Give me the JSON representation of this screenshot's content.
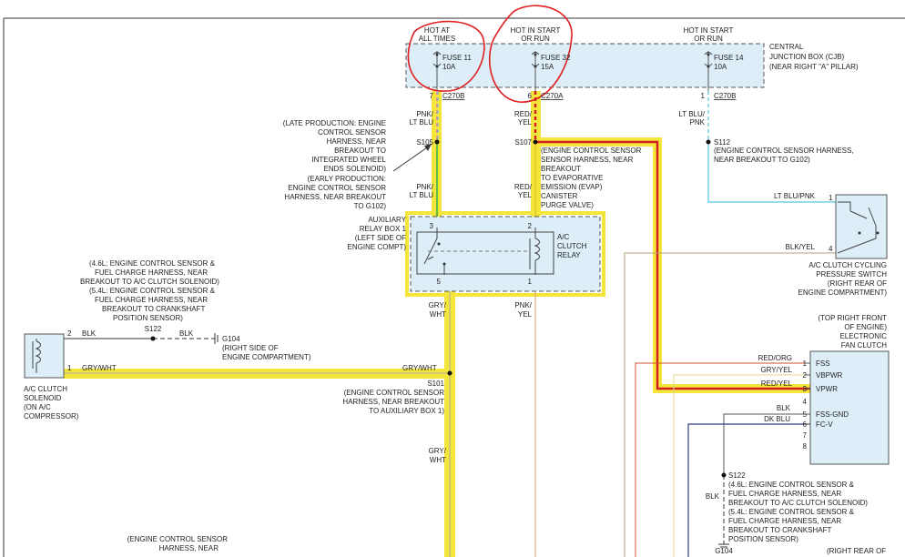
{
  "top": {
    "hot_at_1": "HOT AT",
    "hot_at_2": "ALL TIMES",
    "hot_start_a1": "HOT IN START",
    "hot_start_a2": "OR RUN",
    "hot_start_b1": "HOT IN START",
    "hot_start_b2": "OR RUN"
  },
  "cjb": {
    "line1": "CENTRAL",
    "line2": "JUNCTION BOX (CJB)",
    "line3": "(NEAR RIGHT \"A\" PILLAR)"
  },
  "fuses": [
    {
      "name": "FUSE 11",
      "amps": "10A"
    },
    {
      "name": "FUSE 32",
      "amps": "15A"
    },
    {
      "name": "FUSE 14",
      "amps": "10A"
    }
  ],
  "connectors": {
    "c1_pin": "7",
    "c1_name": "C270B",
    "c2_pin": "6",
    "c2_name": "C270A",
    "c3_pin": "1",
    "c3_name": "C270B"
  },
  "wires": {
    "pnk_ltblu_1": "PNK/",
    "pnk_ltblu_2": "LT BLU",
    "red_yel_1": "RED/",
    "red_yel_2": "YEL",
    "ltblu_pnk_1": "LT BLU/",
    "ltblu_pnk_2": "PNK",
    "ltblu_pnk_h": "LT BLU/PNK",
    "blk_yel": "BLK/YEL",
    "gry_wht_1": "GRY/",
    "gry_wht_2": "WHT",
    "pnk_yel_1": "PNK/",
    "pnk_yel_2": "YEL",
    "blk": "BLK",
    "gry_wht_h": "GRY/WHT",
    "red_org": "RED/ORG",
    "gry_yel": "GRY/YEL",
    "red_yel_h": "RED/YEL",
    "dk_blu": "DK BLU"
  },
  "splices": {
    "s105": "S105",
    "s107": "S107",
    "s112": "S112",
    "s122a": "S122",
    "s101": "S101",
    "s122b": "S122",
    "g104a": "G104",
    "g104b": "G104"
  },
  "notes": {
    "late_prod": [
      "(LATE PRODUCTION: ENGINE",
      "CONTROL SENSOR",
      "HARNESS, NEAR",
      "BREAKOUT TO",
      "INTEGRATED WHEEL",
      "ENDS SOLENOID)"
    ],
    "early_prod": [
      "(EARLY PRODUCTION:",
      "ENGINE CONTROL SENSOR",
      "HARNESS, NEAR BREAKOUT",
      "TO G102)"
    ],
    "s107_note": [
      "(ENGINE CONTROL SENSOR",
      "SENSOR HARNESS, NEAR",
      "BREAKOUT",
      "TO EVAPORATIVE",
      "EMISSION (EVAP)",
      "CANISTER",
      "PURGE VALVE)"
    ],
    "s112_note": [
      "(ENGINE CONTROL SENSOR HARNESS,",
      "NEAR BREAKOUT TO G102)"
    ],
    "aux_relay": [
      "AUXILIARY",
      "RELAY BOX 1",
      "(LEFT SIDE OF",
      "ENGINE COMPT)"
    ],
    "s122a_note": [
      "(4.6L: ENGINE CONTROL SENSOR &",
      "FUEL CHARGE HARNESS, NEAR",
      "BREAKOUT TO A/C CLUTCH SOLENOID)",
      "(5.4L: ENGINE CONTROL SENSOR &",
      "FUEL CHARGE HARNESS, NEAR",
      "BREAKOUT TO CRANKSHAFT",
      "POSITION SENSOR)"
    ],
    "g104a_note": [
      "(RIGHT SIDE OF",
      "ENGINE COMPARTMENT)"
    ],
    "s101_note": [
      "(ENGINE CONTROL SENSOR",
      "HARNESS, NEAR BREAKOUT",
      "TO AUXILIARY BOX 1)"
    ],
    "s122b_note": [
      "(4.6L: ENGINE CONTROL SENSOR &",
      "FUEL CHARGE HARNESS, NEAR",
      "BREAKOUT TO A/C CLUTCH SOLENOID)",
      "(5.4L: ENGINE CONTROL SENSOR &",
      "FUEL CHARGE HARNESS, NEAR",
      "BREAKOUT TO CRANKSHAFT",
      "POSITION SENSOR)"
    ],
    "bottom_left": [
      "(ENGINE CONTROL SENSOR",
      "HARNESS, NEAR"
    ],
    "bottom_right": "(RIGHT REAR OF"
  },
  "relay": {
    "name": [
      "A/C",
      "CLUTCH",
      "RELAY"
    ],
    "pin3": "3",
    "pin2": "2",
    "pin5": "5",
    "pin1": "1"
  },
  "pressure_switch": {
    "label": [
      "A/C CLUTCH CYCLING",
      "PRESSURE SWITCH",
      "(RIGHT REAR OF",
      "ENGINE COMPARTMENT)"
    ],
    "pin1": "1",
    "pin4": "4"
  },
  "fan_clutch": {
    "location": [
      "(TOP RIGHT FRONT",
      "OF ENGINE)",
      "ELECTRONIC",
      "FAN CLUTCH"
    ],
    "pins": [
      "1",
      "2",
      "3",
      "4",
      "5",
      "6",
      "7",
      "8"
    ],
    "pin_labels": [
      "FSS",
      "VBPWR",
      "VPWR",
      "FSS-GND",
      "FC-V"
    ]
  },
  "solenoid": {
    "label": [
      "A/C CLUTCH",
      "SOLENOID",
      "(ON A/C",
      "COMPRESSOR)"
    ],
    "pin2": "2",
    "pin1": "1"
  }
}
